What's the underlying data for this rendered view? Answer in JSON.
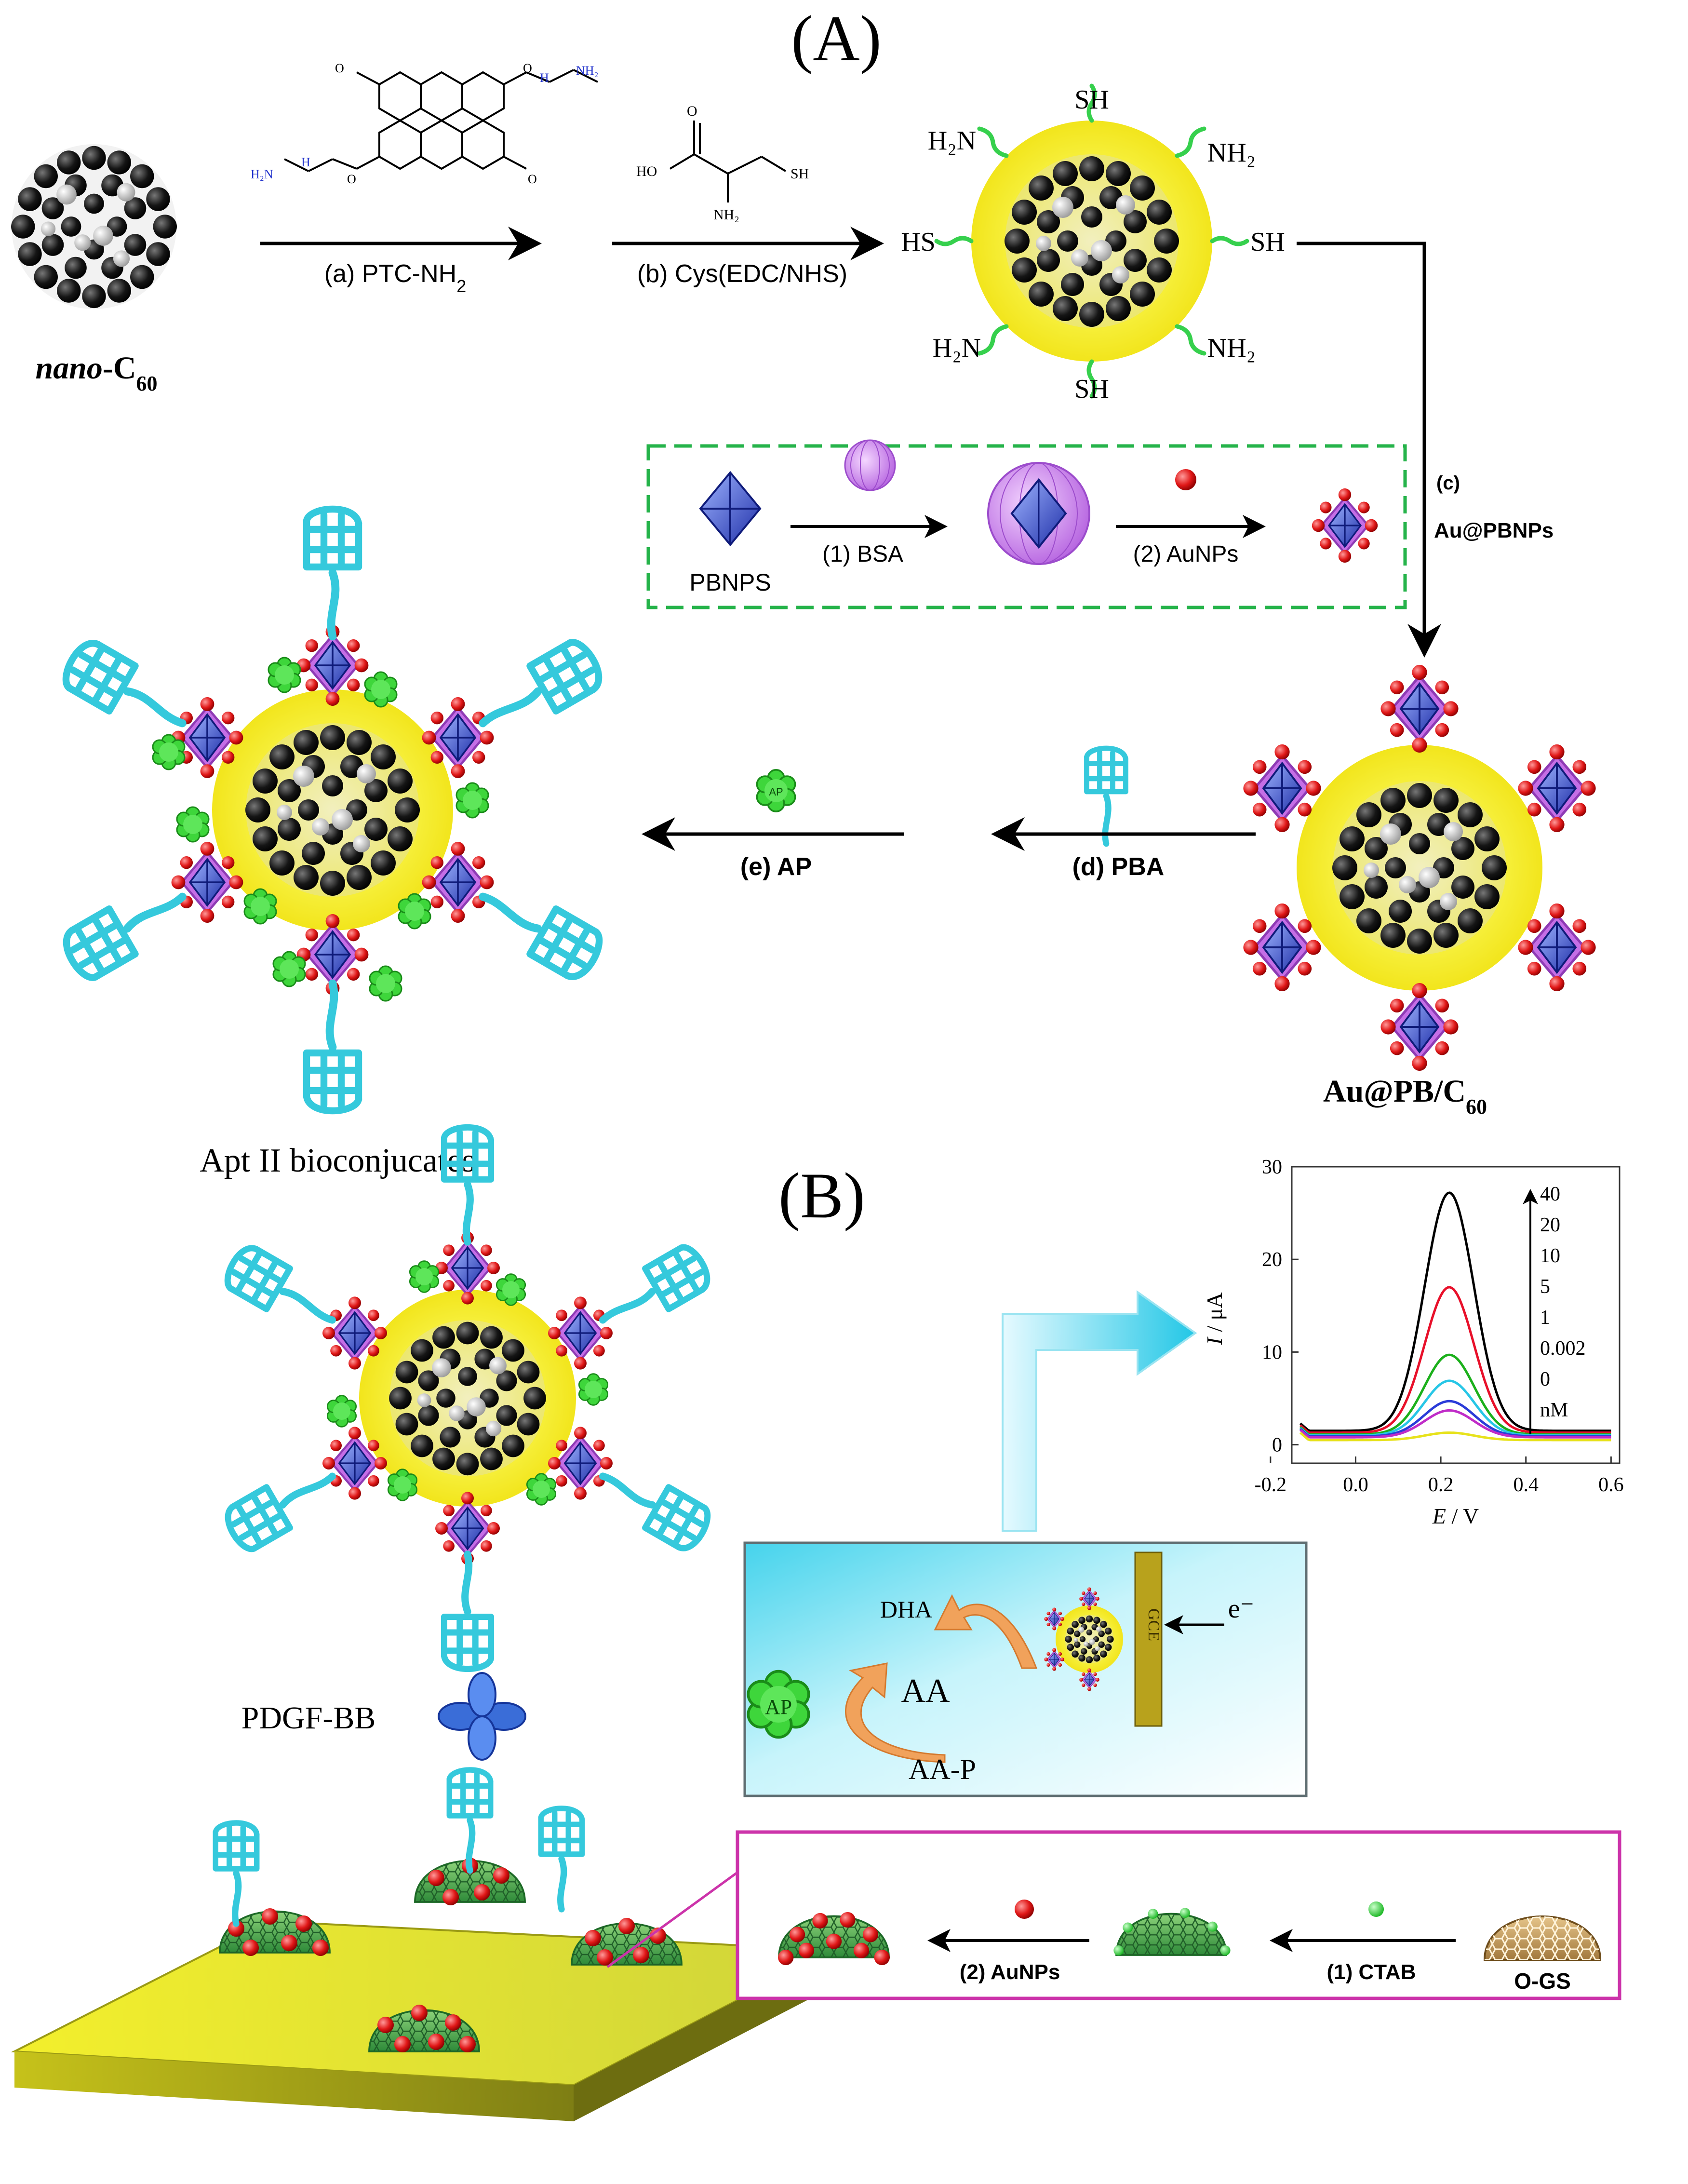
{
  "panel_a": {
    "label": "(A)",
    "start_label_italic": "nano",
    "start_label_rest": "-C",
    "start_label_sub": "60",
    "step_a": "(a) PTC-NH",
    "step_a_sub": "2",
    "step_b": "(b) Cys(EDC/NHS)",
    "ptc_groups": [
      "O",
      "O",
      "O",
      "O",
      "H",
      "H",
      "NH₂",
      "H₂N"
    ],
    "cys_groups": [
      "HO",
      "O",
      "SH",
      "NH₂"
    ],
    "surface_groups": [
      "SH",
      "H₂N",
      "NH₂",
      "HS",
      "SH",
      "H₂N",
      "NH₂",
      "SH"
    ],
    "step_c_letter": "(c)",
    "step_c_name": "Au@PBNPs",
    "inset": {
      "pbnps_label": "PBNPS",
      "step1": "(1) BSA",
      "step2": "(2) AuNPs"
    },
    "step_d": "(d) PBA",
    "step_e": "(e) AP",
    "ap_badge": "AP",
    "au_pb_label": "Au@PB/C",
    "au_pb_sub": "60",
    "apt_label": "Apt II bioconjucates"
  },
  "panel_b": {
    "label": "(B)",
    "pdgf_label": "PDGF-BB",
    "reaction": {
      "dha": "DHA",
      "aa": "AA",
      "aap": "AA-P",
      "ap": "AP",
      "gce": "GCE",
      "electron": "e⁻"
    },
    "gs_inset": {
      "step1": "(1) CTAB",
      "step2": "(2) AuNPs",
      "ogs_label": "O-GS"
    }
  },
  "chart_data": {
    "type": "line",
    "xlabel_var": "E",
    "xlabel_unit": " / V",
    "ylabel_var": "I",
    "ylabel_unit": " / μA",
    "xlim": [
      -0.15,
      0.62
    ],
    "ylim": [
      -2,
      30
    ],
    "x_ticks": [
      -0.2,
      0.0,
      0.2,
      0.4,
      0.6
    ],
    "x_tick_labels": [
      "-0.2",
      "0.0",
      "0.2",
      "0.4",
      "0.6"
    ],
    "y_ticks": [
      0,
      10,
      20,
      30
    ],
    "y_tick_labels": [
      "0",
      "10",
      "20",
      "30"
    ],
    "legend_values": [
      "40",
      "20",
      "10",
      "5",
      "1",
      "0.002",
      "0",
      "nM"
    ],
    "series": [
      {
        "color": "#000000",
        "peak": 27.5,
        "base": 1.8
      },
      {
        "color": "#e8102a",
        "peak": 17.3,
        "base": 1.6
      },
      {
        "color": "#1bb01b",
        "peak": 10.0,
        "base": 1.4
      },
      {
        "color": "#27c6e6",
        "peak": 7.2,
        "base": 1.3
      },
      {
        "color": "#2a3bd8",
        "peak": 5.0,
        "base": 1.2
      },
      {
        "color": "#c02cc8",
        "peak": 4.0,
        "base": 1.1
      },
      {
        "color": "#e7e21c",
        "peak": 1.6,
        "base": 0.8
      }
    ],
    "peak_x": 0.22,
    "x_start": -0.13,
    "x_end": 0.6
  },
  "colors": {
    "yellow_halo": "#f2ea27",
    "aptamer": "#35c9dc",
    "ap_green": "#3ed63b",
    "au_red": "#e01717",
    "pb_purple": "#b05ad6",
    "graphene_green": "#2f9b42",
    "inset_green_border": "#25b34a",
    "inset_magenta_border": "#cc33aa",
    "reaction_panel": "#52d8ee"
  }
}
